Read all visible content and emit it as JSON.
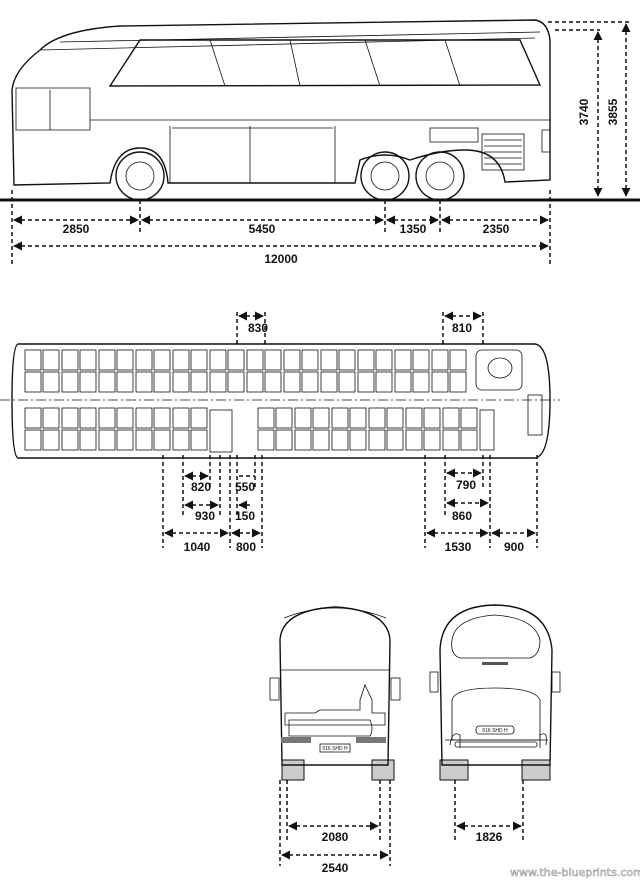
{
  "side_view": {
    "dims": {
      "front_overhang": "2850",
      "wheelbase": "5450",
      "axle_spacing": "1350",
      "rear_overhang": "2350",
      "total_length": "12000",
      "height_body": "3740",
      "height_total": "3855"
    }
  },
  "top_view": {
    "dims": {
      "d830": "830",
      "d810": "810",
      "d820": "820",
      "d550": "550",
      "d930": "930",
      "d150": "150",
      "d1040": "1040",
      "d800": "800",
      "d790": "790",
      "d860": "860",
      "d1530": "1530",
      "d900": "900"
    }
  },
  "front_view": {
    "plate": "516 SHD H",
    "dims": {
      "track": "2080",
      "width": "2540"
    }
  },
  "rear_view": {
    "plate": "516 SHD H",
    "dims": {
      "track": "1826"
    }
  },
  "watermark": "www.the-blueprints.com"
}
